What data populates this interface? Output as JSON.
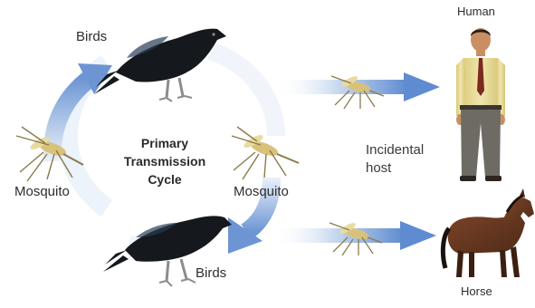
{
  "labels": {
    "birds_top": "Birds",
    "birds_bottom": "Birds",
    "mosquito_left": "Mosquito",
    "mosquito_right": "Mosquito",
    "human": "Human",
    "horse": "Horse",
    "incidental_line1": "Incidental",
    "incidental_line2": "host"
  },
  "center_title": [
    "Primary",
    "Transmission",
    "Cycle"
  ],
  "colors": {
    "arrow_blue": "#6d95d3",
    "arrow_pale": "#dbe7f6",
    "bird_black": "#15181c",
    "human_shirt": "#e9dc9a",
    "human_pants": "#6d6b63",
    "horse_brown": "#6b3a22"
  }
}
